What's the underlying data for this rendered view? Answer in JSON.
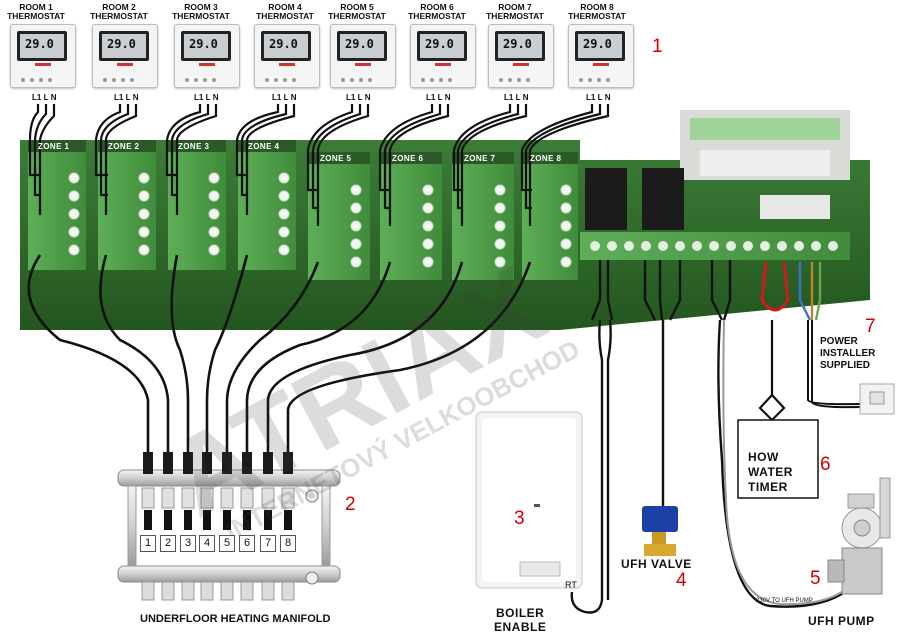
{
  "rooms": [
    {
      "l1": "ROOM 1",
      "l2": "THERMOSTAT"
    },
    {
      "l1": "ROOM 2",
      "l2": "THERMOSTAT"
    },
    {
      "l1": "ROOM 3",
      "l2": "THERMOSTAT"
    },
    {
      "l1": "ROOM 4",
      "l2": "THERMOSTAT"
    },
    {
      "l1": "ROOM 5",
      "l2": "THERMOSTAT"
    },
    {
      "l1": "ROOM 6",
      "l2": "THERMOSTAT"
    },
    {
      "l1": "ROOM 7",
      "l2": "THERMOSTAT"
    },
    {
      "l1": "ROOM 8",
      "l2": "THERMOSTAT"
    }
  ],
  "thermostat_display": "29.0",
  "terminals": [
    "L1",
    "L",
    "N"
  ],
  "zones": [
    "ZONE 1",
    "ZONE 2",
    "ZONE 3",
    "ZONE 4",
    "ZONE 5",
    "ZONE 6",
    "ZONE 7",
    "ZONE 8"
  ],
  "manifold": {
    "ports": [
      "1",
      "2",
      "3",
      "4",
      "5",
      "6",
      "7",
      "8"
    ],
    "caption": "UNDERFLOOR HEATING MANIFOLD"
  },
  "callouts": {
    "c1": "1",
    "c2": "2",
    "c3": "3",
    "c4": "4",
    "c5": "5",
    "c6": "6",
    "c7": "7"
  },
  "boiler": {
    "rt": "RT",
    "caption_line1": "BOILER",
    "caption_line2": "ENABLE"
  },
  "valve": {
    "caption": "UFH  VALVE"
  },
  "timer": {
    "line1": "HOW",
    "line2": "WATER",
    "line3": "TIMER"
  },
  "power": {
    "line1": "POWER",
    "line2": "INSTALLER",
    "line3": "SUPPLIED"
  },
  "pump": {
    "cable_label": "230V TO UFH PUMP",
    "caption": "UFH   PUMP"
  },
  "watermark": {
    "big": "ATRIAX",
    "small": "INTERNETOVÝ VELKOOBCHOD"
  },
  "colors": {
    "pcb": "#2d6b2a",
    "terminal_green": "#4f9e4a",
    "wire": "#111111",
    "callout": "#d40000",
    "red_wire": "#d11a1a",
    "blue_wire": "#2f6fd8"
  }
}
